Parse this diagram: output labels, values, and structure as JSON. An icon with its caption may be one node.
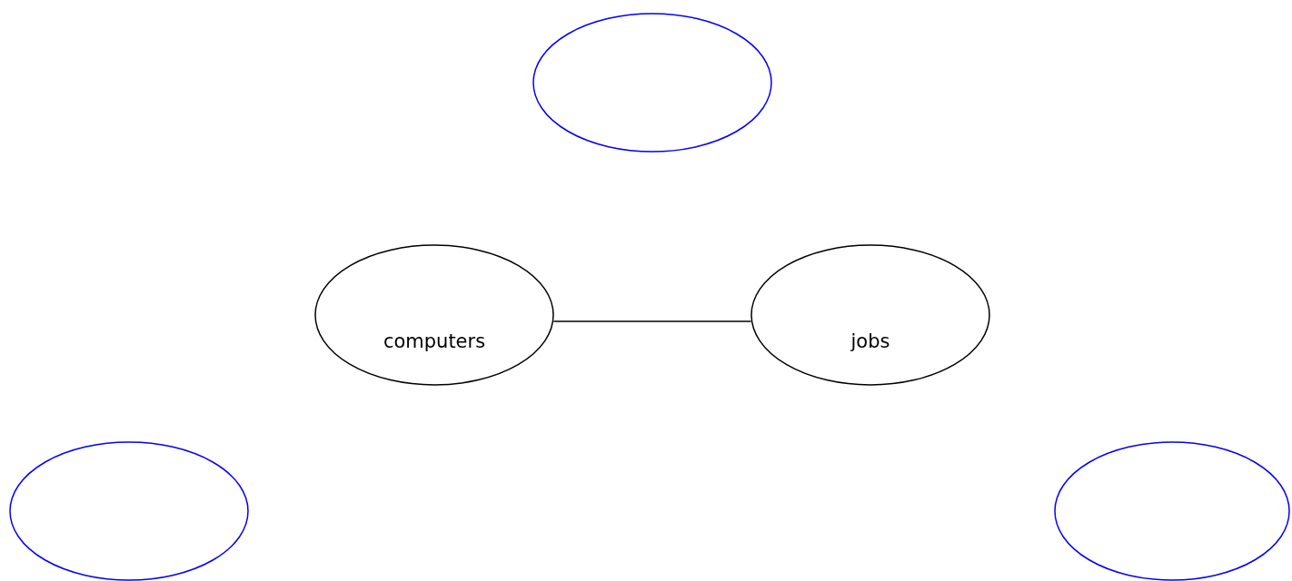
{
  "diagram": {
    "nodes": [
      {
        "text": [],
        "shape": "ellipse"
      },
      {
        "text": [
          "computers"
        ]
      },
      {
        "text": [
          "jobs"
        ]
      },
      {
        "text": [],
        "shape": "ellipse"
      },
      {
        "text": [],
        "shape": "ellipse"
      }
    ],
    "edges": [
      {
        "from": 1,
        "to": 2,
        "arrow": "none"
      }
    ]
  }
}
